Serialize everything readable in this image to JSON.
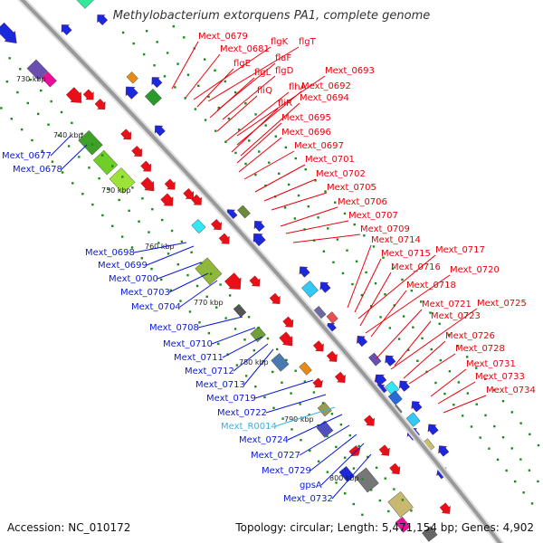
{
  "header": {
    "title": "Methylobacterium extorquens PA1, complete genome"
  },
  "footer": {
    "accession": "Accession: NC_010172",
    "summary": "Topology: circular; Length: 5,471,154 bp; Genes: 4,902"
  },
  "colors": {
    "forward_label": "#e8000b",
    "reverse_label": "#0a1ad6",
    "rna_label": "#33b5e5",
    "backbone": "#999999",
    "tick_dot": "#1a8a1a"
  },
  "ticks": [
    "730 kbp",
    "740 kbp",
    "750 kbp",
    "760 kbp",
    "770 kbp",
    "780 kbp",
    "790 kbp",
    "800 kbp"
  ],
  "forward_genes": [
    "Mext_0679",
    "flgK",
    "flgT",
    "Mext_0681",
    "flgE",
    "flaF",
    "flgL",
    "flgD",
    "fliQ",
    "Mext_0693",
    "flhA",
    "Mext_0692",
    "fliR",
    "Mext_0694",
    "Mext_0695",
    "Mext_0696",
    "Mext_0697",
    "Mext_0701",
    "Mext_0702",
    "Mext_0705",
    "Mext_0706",
    "Mext_0707",
    "Mext_0709",
    "Mext_0714",
    "Mext_0717",
    "Mext_0715",
    "Mext_0716",
    "Mext_0720",
    "Mext_0718",
    "Mext_0721",
    "Mext_0725",
    "Mext_0723",
    "Mext_0726",
    "Mext_0728",
    "Mext_0731",
    "Mext_0733",
    "Mext_0734"
  ],
  "reverse_genes": [
    "Mext_0677",
    "Mext_0678",
    "Mext_0698",
    "Mext_0699",
    "Mext_0700",
    "Mext_0703",
    "Mext_0704",
    "Mext_0708",
    "Mext_0710",
    "Mext_0711",
    "Mext_0712",
    "Mext_0713",
    "Mext_0719",
    "Mext_0722",
    "Mext_R0014",
    "Mext_0724",
    "Mext_0727",
    "Mext_0729",
    "gpsA",
    "Mext_0732"
  ]
}
